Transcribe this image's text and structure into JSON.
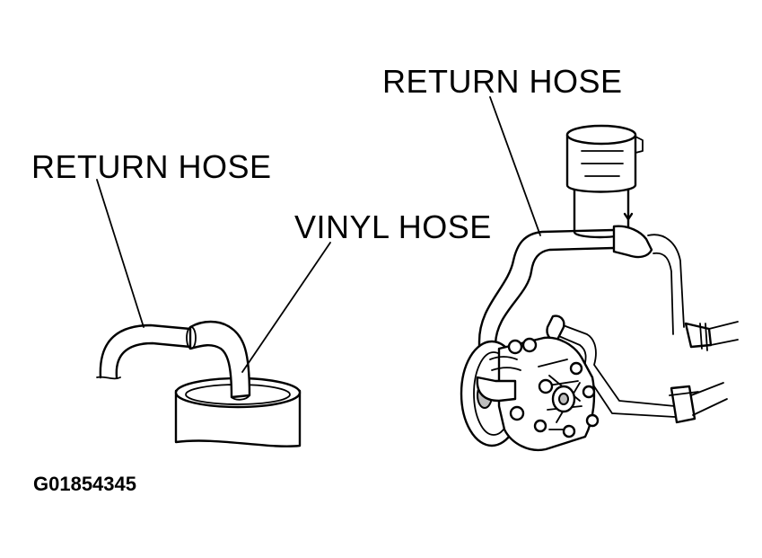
{
  "labels": {
    "left_return_hose": "RETURN HOSE",
    "vinyl_hose": "VINYL HOSE",
    "right_return_hose": "RETURN HOSE",
    "figure_code": "G01854345"
  }
}
